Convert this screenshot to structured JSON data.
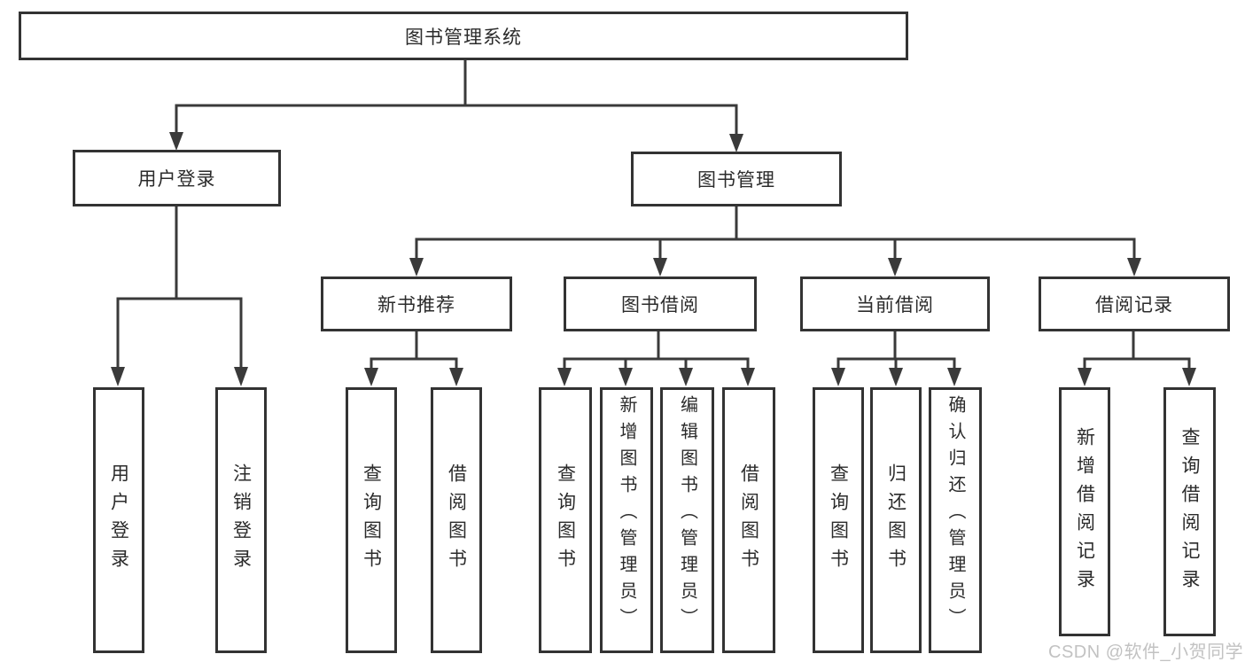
{
  "diagram": {
    "title": "图书管理系统",
    "level2": [
      {
        "label": "用户登录"
      },
      {
        "label": "图书管理"
      }
    ],
    "level3": [
      {
        "label": "新书推荐"
      },
      {
        "label": "图书借阅"
      },
      {
        "label": "当前借阅"
      },
      {
        "label": "借阅记录"
      }
    ],
    "leaves": [
      {
        "label": "用户登录"
      },
      {
        "label": "注销登录"
      },
      {
        "label": "查询图书"
      },
      {
        "label": "借阅图书"
      },
      {
        "label": "查询图书"
      },
      {
        "label": "新增图书（管理员）"
      },
      {
        "label": "编辑图书（管理员）"
      },
      {
        "label": "借阅图书"
      },
      {
        "label": "查询图书"
      },
      {
        "label": "归还图书"
      },
      {
        "label": "确认归还（管理员）"
      },
      {
        "label": "新增借阅记录"
      },
      {
        "label": "查询借阅记录"
      }
    ]
  },
  "watermark": {
    "text": "CSDN @软件_小贺同学"
  },
  "colors": {
    "line": "#3a3a3a",
    "box_border": "#333333",
    "text": "#2b2b2b",
    "watermark": "#c2c2c2",
    "background": "#ffffff"
  }
}
